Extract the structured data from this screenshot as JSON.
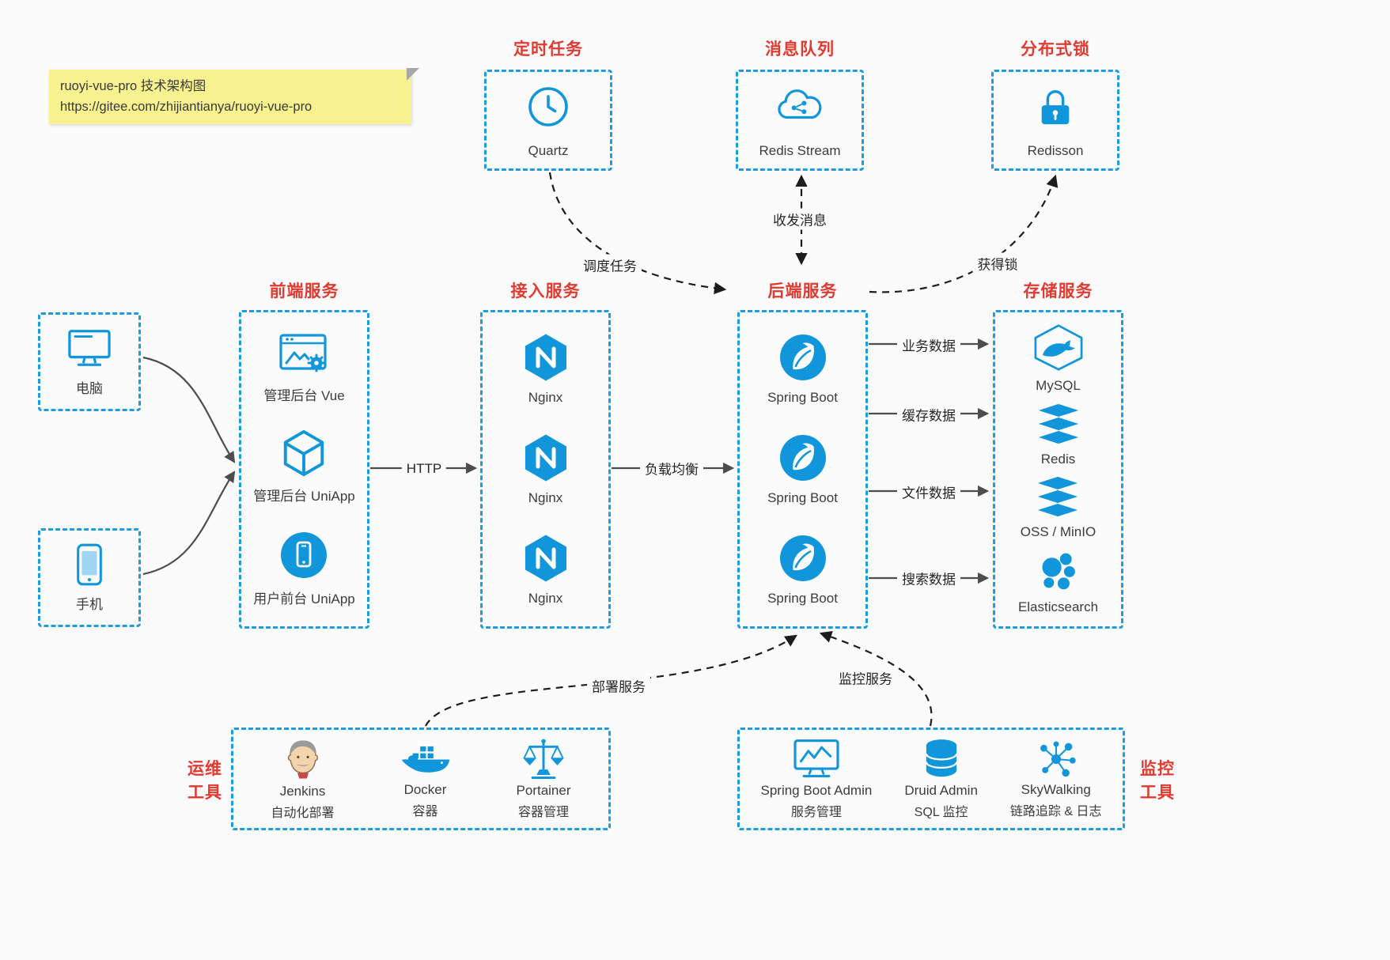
{
  "colors": {
    "accent": "#1296db",
    "dashed_border": "#1f9ce0",
    "title_red": "#e23a30",
    "note_bg": "#f8f18f"
  },
  "note": {
    "line1": "ruoyi-vue-pro 技术架构图",
    "line2": "https://gitee.com/zhijiantianya/ruoyi-vue-pro"
  },
  "top_services": [
    {
      "title": "定时任务",
      "label": "Quartz",
      "icon": "clock-icon"
    },
    {
      "title": "消息队列",
      "label": "Redis Stream",
      "icon": "cloud-network-icon"
    },
    {
      "title": "分布式锁",
      "label": "Redisson",
      "icon": "lock-icon"
    }
  ],
  "clients": [
    {
      "label": "电脑",
      "icon": "desktop-icon"
    },
    {
      "label": "手机",
      "icon": "smartphone-icon"
    }
  ],
  "groups": {
    "frontend": {
      "title": "前端服务",
      "items": [
        {
          "label": "管理后台 Vue",
          "icon": "admin-web-icon"
        },
        {
          "label": "管理后台 UniApp",
          "icon": "uniapp-cube-icon"
        },
        {
          "label": "用户前台 UniApp",
          "icon": "mobile-app-icon"
        }
      ]
    },
    "access": {
      "title": "接入服务",
      "items": [
        {
          "label": "Nginx",
          "icon": "nginx-icon"
        },
        {
          "label": "Nginx",
          "icon": "nginx-icon"
        },
        {
          "label": "Nginx",
          "icon": "nginx-icon"
        }
      ]
    },
    "backend": {
      "title": "后端服务",
      "items": [
        {
          "label": "Spring Boot",
          "icon": "spring-icon"
        },
        {
          "label": "Spring Boot",
          "icon": "spring-icon"
        },
        {
          "label": "Spring Boot",
          "icon": "spring-icon"
        }
      ]
    },
    "storage": {
      "title": "存储服务",
      "items": [
        {
          "label": "MySQL",
          "icon": "mysql-icon"
        },
        {
          "label": "Redis",
          "icon": "redis-icon"
        },
        {
          "label": "OSS / MinIO",
          "icon": "oss-icon"
        },
        {
          "label": "Elasticsearch",
          "icon": "elasticsearch-icon"
        }
      ]
    }
  },
  "edge_labels": {
    "http": "HTTP",
    "load_balance": "负载均衡",
    "schedule": "调度任务",
    "messaging": "收发消息",
    "acquire_lock": "获得锁",
    "deploy": "部署服务",
    "monitor": "监控服务",
    "business_data": "业务数据",
    "cache_data": "缓存数据",
    "file_data": "文件数据",
    "search_data": "搜索数据"
  },
  "ops_tools": {
    "title_line1": "运维",
    "title_line2": "工具",
    "items": [
      {
        "name": "Jenkins",
        "desc": "自动化部署",
        "icon": "jenkins-icon"
      },
      {
        "name": "Docker",
        "desc": "容器",
        "icon": "docker-icon"
      },
      {
        "name": "Portainer",
        "desc": "容器管理",
        "icon": "portainer-icon"
      }
    ]
  },
  "monitor_tools": {
    "title_line1": "监控",
    "title_line2": "工具",
    "items": [
      {
        "name": "Spring Boot Admin",
        "desc": "服务管理",
        "icon": "springboot-admin-icon"
      },
      {
        "name": "Druid Admin",
        "desc": "SQL 监控",
        "icon": "druid-icon"
      },
      {
        "name": "SkyWalking",
        "desc": "链路追踪 & 日志",
        "icon": "skywalking-icon"
      }
    ]
  }
}
